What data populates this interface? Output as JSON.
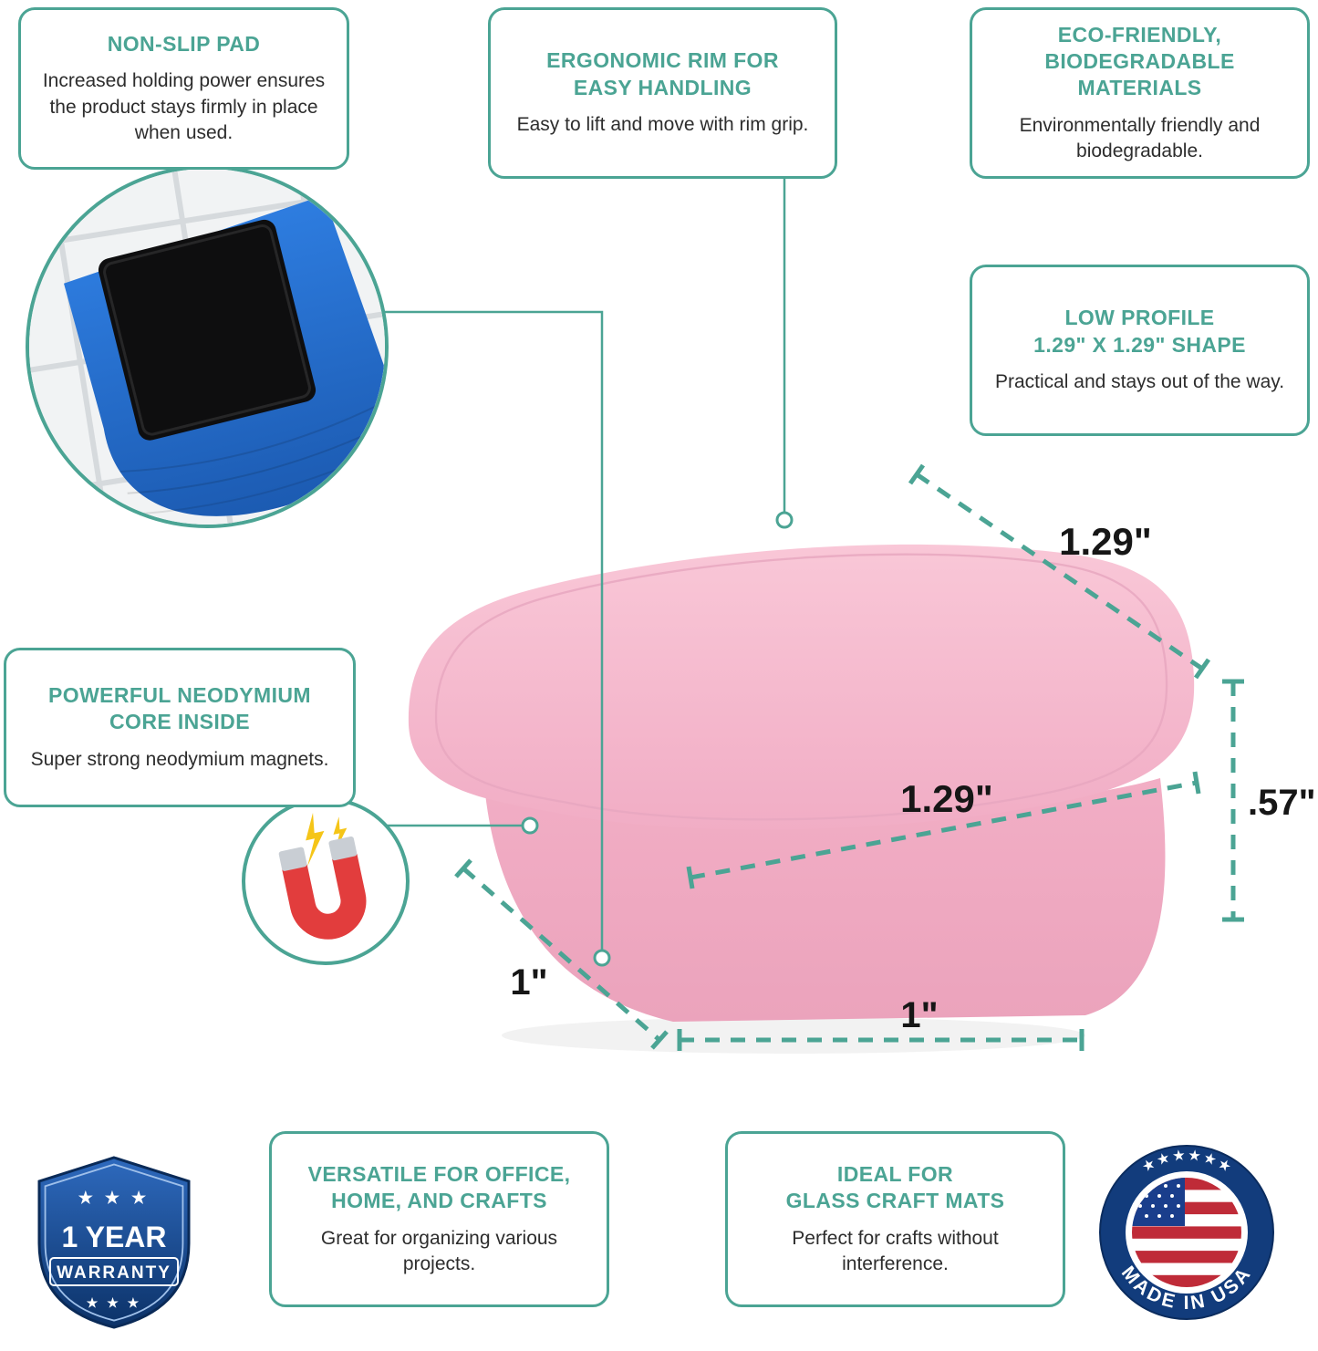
{
  "colors": {
    "accent": "#4BA494",
    "body_text": "#2D2D2D",
    "dimension_text": "#161616",
    "product_pink": "#F5B8CC",
    "photo_blue": "#2273D8",
    "magnet_red": "#E23D3D",
    "badge_navy": "#123C7C"
  },
  "callouts": {
    "non_slip": {
      "title": "NON-SLIP PAD",
      "body": "Increased holding power ensures the product stays firmly in place when used."
    },
    "ergonomic": {
      "title": "ERGONOMIC RIM FOR\nEASY HANDLING",
      "body": "Easy to lift and move with rim grip."
    },
    "eco": {
      "title": "ECO-FRIENDLY,\nBIODEGRADABLE MATERIALS",
      "body": "Environmentally friendly and biodegradable."
    },
    "low_profile": {
      "title": "LOW PROFILE\n1.29\" X 1.29\" SHAPE",
      "body": "Practical and stays out of the way."
    },
    "neodymium": {
      "title": "POWERFUL NEODYMIUM\nCORE INSIDE",
      "body": "Super strong neodymium magnets."
    },
    "versatile": {
      "title": "VERSATILE FOR OFFICE,\nHOME, AND CRAFTS",
      "body": "Great for organizing various projects."
    },
    "glass_mats": {
      "title": "IDEAL FOR\nGLASS CRAFT MATS",
      "body": "Perfect for crafts without interference."
    }
  },
  "dimensions": {
    "top_width": "1.29\"",
    "face_width": "1.29\"",
    "height": ".57\"",
    "side_depth": "1\"",
    "base_width": "1\""
  },
  "warranty_badge": {
    "stars_top": "★ ★ ★",
    "line1": "1 YEAR",
    "line2": "WARRANTY",
    "stars_bottom": "★ ★ ★"
  },
  "usa_badge": {
    "stars": "★ ★ ★ ★ ★ ★",
    "label": "MADE IN USA"
  },
  "icons": {
    "magnet": "magnet-icon",
    "warranty_shield": "warranty-shield-icon",
    "usa_flag": "usa-flag-icon"
  }
}
